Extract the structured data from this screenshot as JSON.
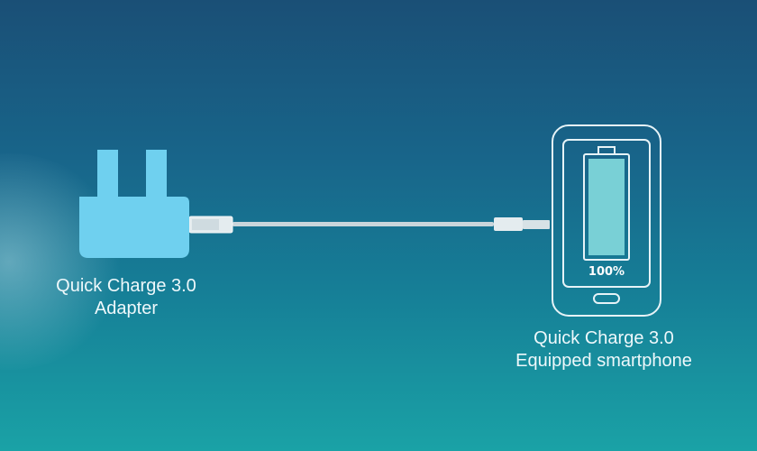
{
  "adapter": {
    "label_line1": "Quick Charge 3.0",
    "label_line2": "Adapter",
    "color": "#6fd0ef"
  },
  "phone": {
    "label_line1": "Quick Charge 3.0",
    "label_line2": "Equipped smartphone",
    "battery_percent_text": "100%",
    "battery_level": 1.0,
    "battery_fill_color": "#79d0d6"
  },
  "colors": {
    "background_top": "#1a4f76",
    "background_bottom": "#1aa2a6",
    "outline": "#e6f3f7"
  }
}
